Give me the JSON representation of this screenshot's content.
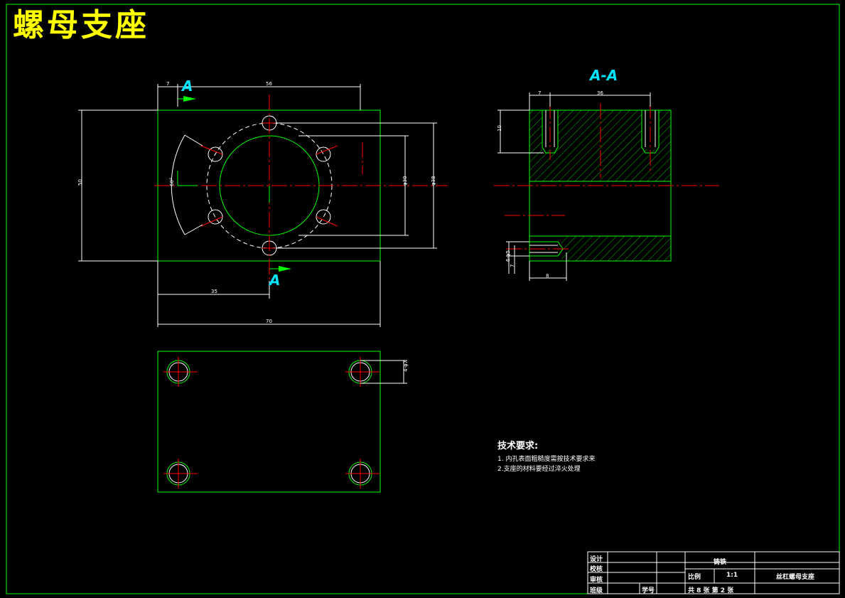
{
  "title": "螺母支座",
  "section_label": "A-A",
  "section_marker": "A",
  "dimensions": {
    "top_7": "7",
    "top_56": "56",
    "height_50": "50",
    "angle_60": "60°",
    "dia_30": "φ30",
    "dia_38": "φ38",
    "bottom_35": "35",
    "bottom_70": "70",
    "sec_7": "7",
    "sec_36": "36",
    "sec_10": "10",
    "sec_holes": "6-φ5",
    "sec_7b": "7",
    "sec_8": "8",
    "bottom_holes": "4-φ7"
  },
  "technical_requirements": {
    "heading": "技术要求:",
    "items": [
      "1. 内孔表面粗糙度需按技术要求来",
      "2.支座的材料要经过淬火处理"
    ]
  },
  "title_block": {
    "design": "设计",
    "check": "校核",
    "review": "审核",
    "class": "班级",
    "student_no": "学号",
    "material": "铸铁",
    "scale_label": "比例",
    "scale_value": "1:1",
    "sheets": "共 8 张   第 2 张",
    "part_name": "丝杠螺母支座"
  },
  "colors": {
    "outline": "#00ff00",
    "center": "#ff0000",
    "dimension": "#ffffff",
    "hatch": "#00c000",
    "title": "#ffff00",
    "section": "#00e5ff"
  }
}
